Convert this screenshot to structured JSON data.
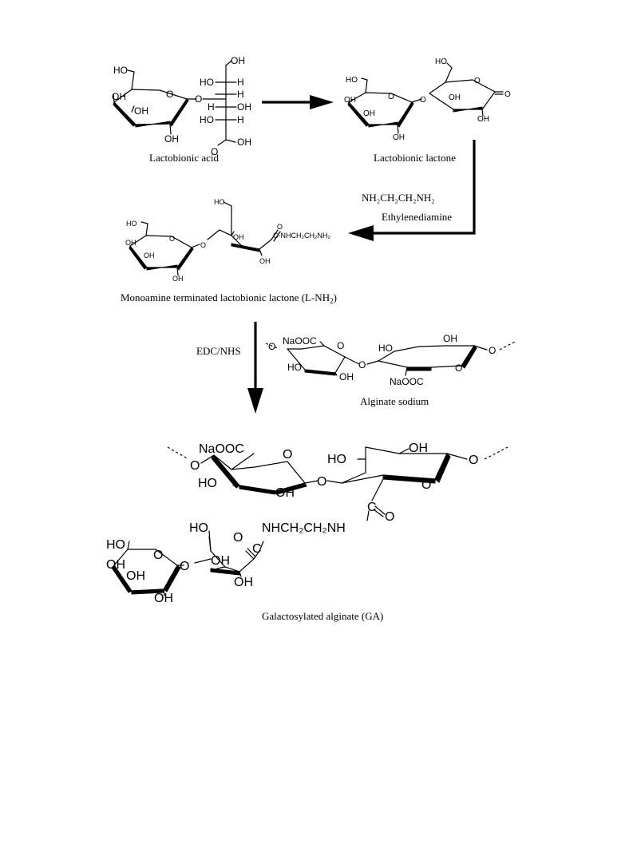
{
  "captions": {
    "lactobionic_acid": "Lactobionic acid",
    "lactobionic_lactone": "Lactobionic lactone",
    "monoamine_prefix": "Monoamine terminated lactobionic lactone (L-NH",
    "monoamine_sub": "2",
    "monoamine_suffix": ")",
    "alginate_sodium": "Alginate sodium",
    "galactosylated_alginate": "Galactosylated alginate (GA)"
  },
  "reagents": {
    "ethylenediamine_formula": "NH₂CH₂CH₂NH₂",
    "ethylenediamine_name": "Ethylenediamine",
    "edc_nhs": "EDC/NHS"
  },
  "groups": {
    "oh": "OH",
    "ho": "HO",
    "h": "H",
    "ho_h": "HO",
    "h_oh": "H",
    "o": "O",
    "c": "C",
    "naooc": "NaOOC",
    "amide_tail_small": "C-NHCH₂CH₂NH₂",
    "amide_link": "NHCH₂CH₂NH",
    "o_dash": "O"
  }
}
